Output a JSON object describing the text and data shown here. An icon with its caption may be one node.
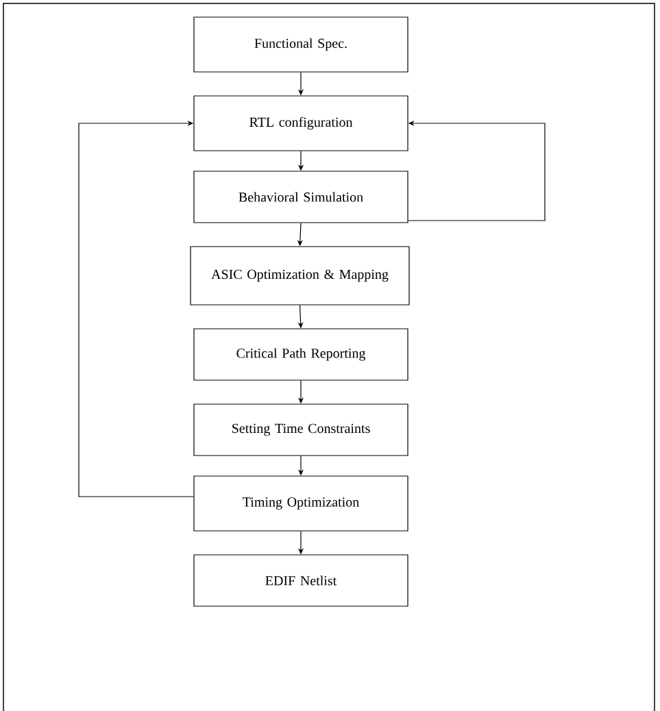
{
  "diagram": {
    "nodes": [
      {
        "text": [
          "Functional Spec."
        ]
      },
      {
        "text": [
          "RTL configuration"
        ]
      },
      {
        "text": [
          "Behavioral Simulation"
        ]
      },
      {
        "text": [
          "ASIC Optimization & Mapping"
        ]
      },
      {
        "text": [
          "Critical Path Reporting"
        ]
      },
      {
        "text": [
          "Setting Time Constraints"
        ]
      },
      {
        "text": [
          "Timing Optimization"
        ]
      },
      {
        "text": [
          "EDIF Netlist"
        ]
      }
    ],
    "edges": [
      {
        "from": 0,
        "to": 1,
        "arrow": "to"
      },
      {
        "from": 1,
        "to": 2,
        "arrow": "to"
      },
      {
        "from": 2,
        "to": 3,
        "arrow": "to"
      },
      {
        "from": 3,
        "to": 4,
        "arrow": "to"
      },
      {
        "from": 4,
        "to": 5,
        "arrow": "to"
      },
      {
        "from": 5,
        "to": 6,
        "arrow": "to"
      },
      {
        "from": 6,
        "to": 7,
        "arrow": "to"
      },
      {
        "from": 2,
        "to": 1,
        "arrow": "to"
      },
      {
        "from": 6,
        "to": 1,
        "arrow": "to"
      }
    ]
  }
}
